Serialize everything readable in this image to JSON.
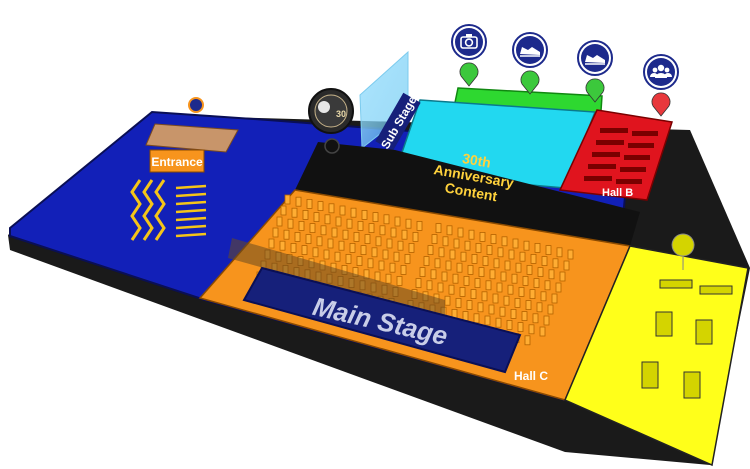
{
  "labels": {
    "entrance": "Entrance",
    "sub_stage": "Sub Stage",
    "anniversary_line1": "30th",
    "anniversary_line2": "Anniversary",
    "anniversary_line3": "Content",
    "main_stage": "Main Stage",
    "hall_b": "Hall B",
    "hall_c": "Hall C",
    "badge_number": "30"
  },
  "markers": [
    {
      "id": "photo",
      "icon": "camera-icon",
      "pin_color": "#3cc83c"
    },
    {
      "id": "shoe-1",
      "icon": "sneaker-icon",
      "pin_color": "#3cc83c"
    },
    {
      "id": "shoe-2",
      "icon": "sneaker-icon",
      "pin_color": "#3cc83c"
    },
    {
      "id": "meetup",
      "icon": "people-icon",
      "pin_color": "#e8383c"
    }
  ],
  "colors": {
    "floor_blue": "#1220b8",
    "hall_c_orange": "#f7941d",
    "hall_b_red": "#e0141e",
    "sub_stage_cyan": "#22d8f0",
    "green_zone": "#2ed830",
    "yellow_zone": "#ffff1a",
    "content_black": "#111111",
    "stage_navy": "#16207a",
    "icon_navy": "#1d2a8c"
  }
}
